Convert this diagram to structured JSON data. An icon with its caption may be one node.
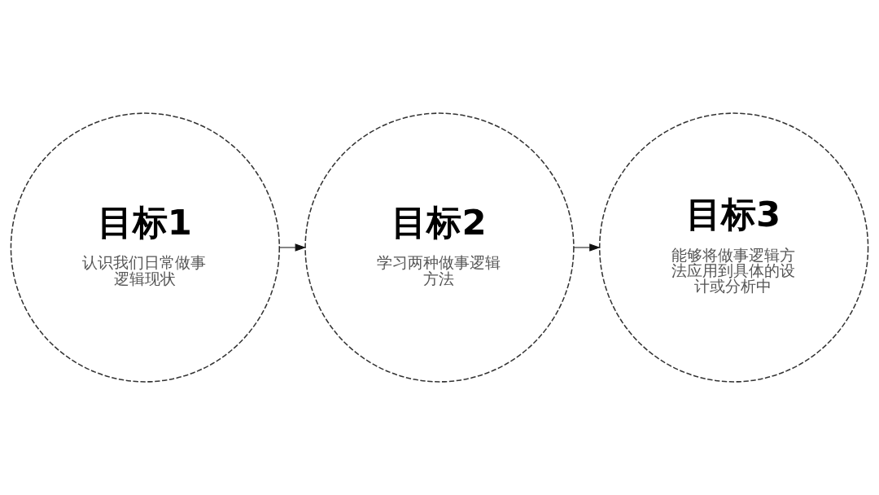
{
  "diagram": {
    "nodes": [
      {
        "text": [
          "目标1",
          "认识我们日常做事逻辑现状"
        ]
      },
      {
        "text": [
          "目标2",
          "学习两种做事逻辑方法"
        ]
      },
      {
        "text": [
          "目标3",
          "能够将做事逻辑方法应用到具体的设计或分析中"
        ]
      }
    ],
    "edges": [
      {
        "from": 0,
        "to": 1,
        "arrow": "to"
      },
      {
        "from": 1,
        "to": 2,
        "arrow": "to"
      }
    ]
  }
}
